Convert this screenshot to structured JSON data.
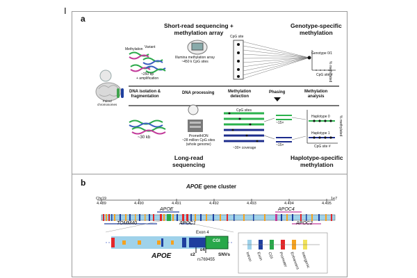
{
  "figure": {
    "panel_i": "I",
    "panel_a": {
      "label": "a",
      "top_title": "Short-read sequencing +\nmethylation array",
      "top_right_title": "Genotype-specific\nmethylation",
      "meth_label": "Methylation",
      "variant_label": "Variant",
      "short_frag_note": "~250 bp\n+ amplification",
      "array_note": "Illumina methylation array\n~450 k CpG sites",
      "cpg_site_label": "CpG site",
      "genotype_label": "Genotype 0/1",
      "cpg_axis_top": "CpG site #",
      "pct_axis_top": "% methylated",
      "paired_label": "Paired\nchromosomes",
      "steps": [
        "DNA isolation &\nfragmentation",
        "DNA processing",
        "Methylation\ndetection",
        "Phasing",
        "Methylation\nanalysis"
      ],
      "cpg_sites_label": "CpG sites",
      "long_frag_note": "~30 kb",
      "promethion_note": "PromethION\n~28 million CpG sites\n(whole genome)",
      "coverage_note": "~30× coverage",
      "cov15_a": "~15×",
      "cov15_b": "~15×",
      "haplo0": "Haplotype 0",
      "haplo1": "Haplotype 1",
      "cpg_axis_bottom": "CpG site #",
      "pct_axis_bottom": "% methylated",
      "bottom_left_title": "Long-read\nsequencing",
      "bottom_right_title": "Haplotype-specific\nmethylation"
    },
    "panel_b": {
      "label": "b",
      "title_gene": "APOE",
      "title_rest": " gene cluster",
      "chrom": "Chr19",
      "scale": "1e7",
      "ticks": [
        "4.489",
        "4.490",
        "4.491",
        "4.492",
        "4.493",
        "4.494",
        "4.495"
      ],
      "genes_top": [
        "APOE",
        "APOC4"
      ],
      "genes_bottom": [
        "TOMM40",
        "APOC1",
        "APOC2"
      ],
      "zoom_gene": "APOE",
      "exon4": "Exon 4",
      "cgi": "CGI",
      "e2": "ε2",
      "e4": "ε4",
      "snvs": "SNVs",
      "rsid": "rs769455",
      "legend": [
        "Intron",
        "Exon",
        "CGI",
        "Promoter",
        "Enhancers",
        "Intergenic"
      ],
      "colors": {
        "intron": "#9fd2ea",
        "exon": "#1f3f9e",
        "cgi": "#29a84a",
        "promoter": "#e3272a",
        "enhancer": "#f5a21f",
        "intergenic": "#f1e25a",
        "methylated": "#2bb24c",
        "unmethylated": "#1c2c8c"
      }
    }
  }
}
